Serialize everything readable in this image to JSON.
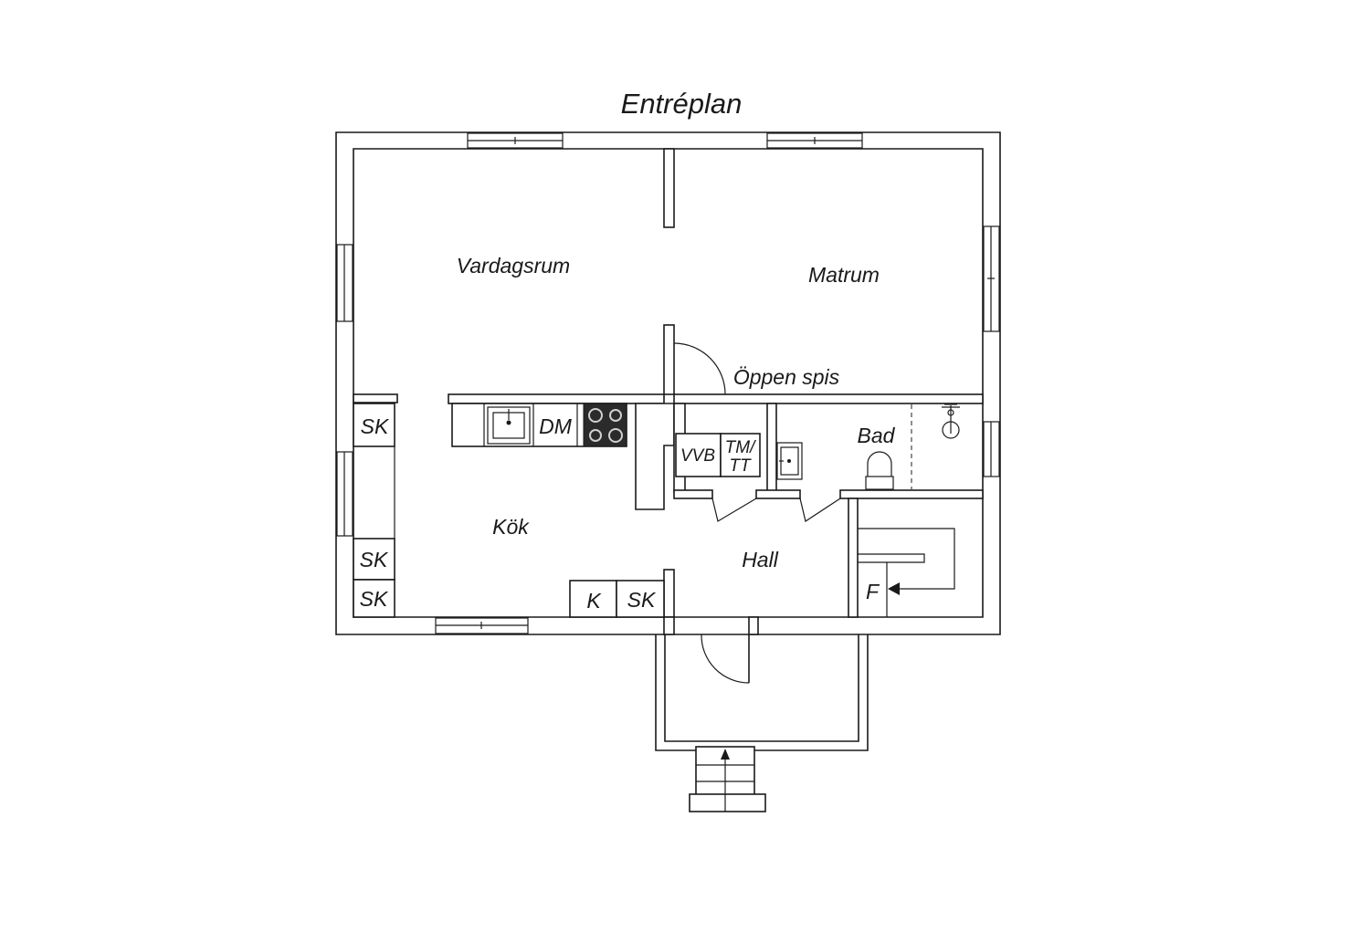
{
  "title": "Entréplan",
  "rooms": {
    "vardagsrum": "Vardagsrum",
    "matrum": "Matrum",
    "oppen_spis": "Öppen spis",
    "kok": "Kök",
    "bad": "Bad",
    "hall": "Hall"
  },
  "fixtures": {
    "sk_1": "SK",
    "sk_2": "SK",
    "sk_3": "SK",
    "sk_4": "SK",
    "dm": "DM",
    "k": "K",
    "vvb": "VVB",
    "tm": "TM/",
    "tt": "TT",
    "f": "F"
  },
  "colors": {
    "line": "#1a1a1a",
    "stove": "#2b2b2b",
    "background": "#ffffff"
  }
}
